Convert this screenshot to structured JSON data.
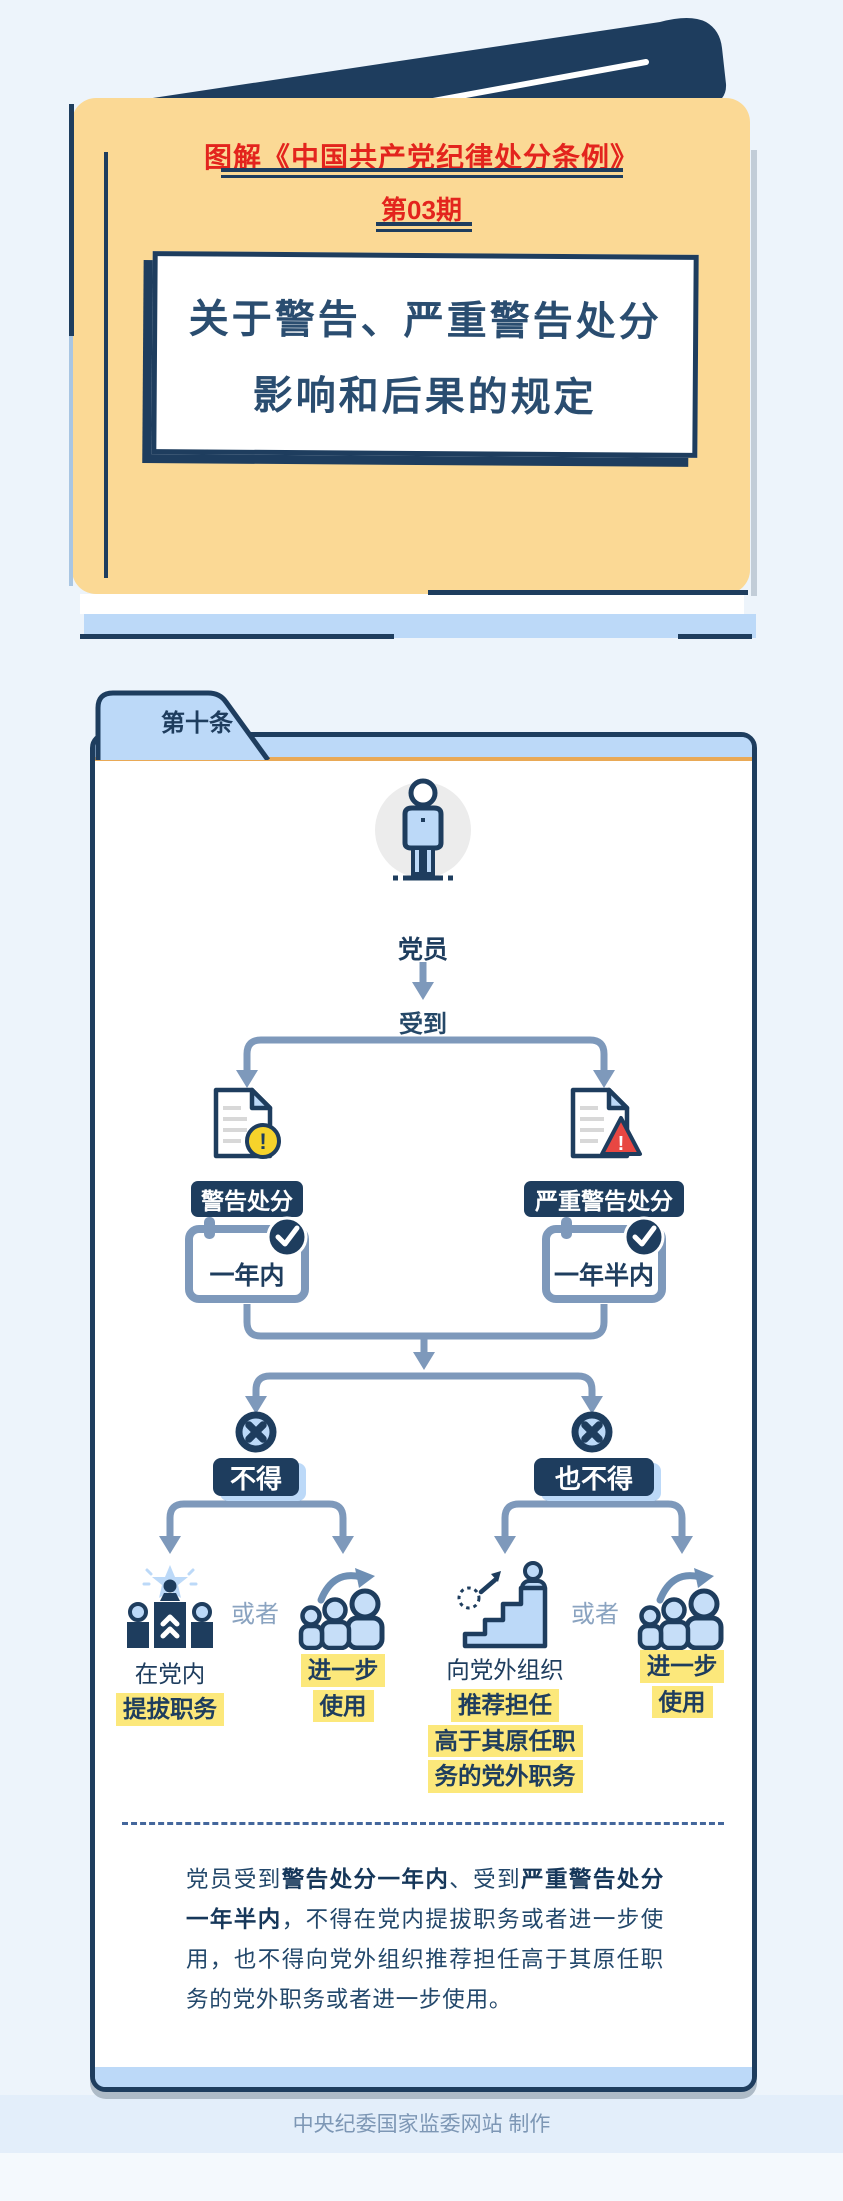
{
  "colors": {
    "navy": "#1E3D5E",
    "slate_arrow": "#7E99BB",
    "light_blue": "#BCD9F8",
    "card_yellow": "#FBD995",
    "orange_rule": "#E9A956",
    "red_text": "#E3241D",
    "alert_yellow": "#F6D32B",
    "alert_red": "#E84742",
    "highlight_yellow": "#FCE87B",
    "background": "#EDF4FB",
    "footer_strip": "#E3EEFA"
  },
  "header": {
    "series_title": "图解《中国共产党纪律处分条例》",
    "issue": "第03期",
    "title_line1": "关于警告、严重警告处分",
    "title_line2": "影响和后果的规定"
  },
  "tab": {
    "label": "第十条"
  },
  "flow": {
    "subject": "党员",
    "receive": "受到",
    "branches": [
      {
        "sanction": "警告处分",
        "period": "一年内"
      },
      {
        "sanction": "严重警告处分",
        "period": "一年半内"
      }
    ],
    "restrictions": [
      {
        "label": "不得",
        "or": "或者",
        "options": [
          {
            "plain": [
              "在党内"
            ],
            "highlight": [
              "提拔职务"
            ]
          },
          {
            "plain": [],
            "highlight": [
              "进一步",
              "使用"
            ]
          }
        ]
      },
      {
        "label": "也不得",
        "or": "或者",
        "options": [
          {
            "plain": [
              "向党外组织"
            ],
            "highlight": [
              "推荐担任",
              "高于其原任职",
              "务的党外职务"
            ]
          },
          {
            "plain": [],
            "highlight": [
              "进一步",
              "使用"
            ]
          }
        ]
      }
    ]
  },
  "summary": {
    "s1": "党员受到",
    "s2": "警告处分一年内",
    "s3": "、受到",
    "s4": "严重警告处分一年半内",
    "s5": "，不得在党内提拔职务或者进一步使用，也不得向党外组织推荐担任高于其原任职务的党外职务或者进一步使用。"
  },
  "footer": {
    "credit": "中央纪委国家监委网站 制作"
  },
  "icons": {
    "book_spine": "book-spine-icon",
    "subject": "person-icon",
    "warning_doc": "document-warning-icon",
    "severe_doc": "document-alert-icon",
    "calendar": "calendar-check-icon",
    "forbidden": "circle-x-icon",
    "promotion": "podium-promotion-icon",
    "further_use": "people-reuse-icon",
    "recommend": "career-stairs-icon"
  }
}
